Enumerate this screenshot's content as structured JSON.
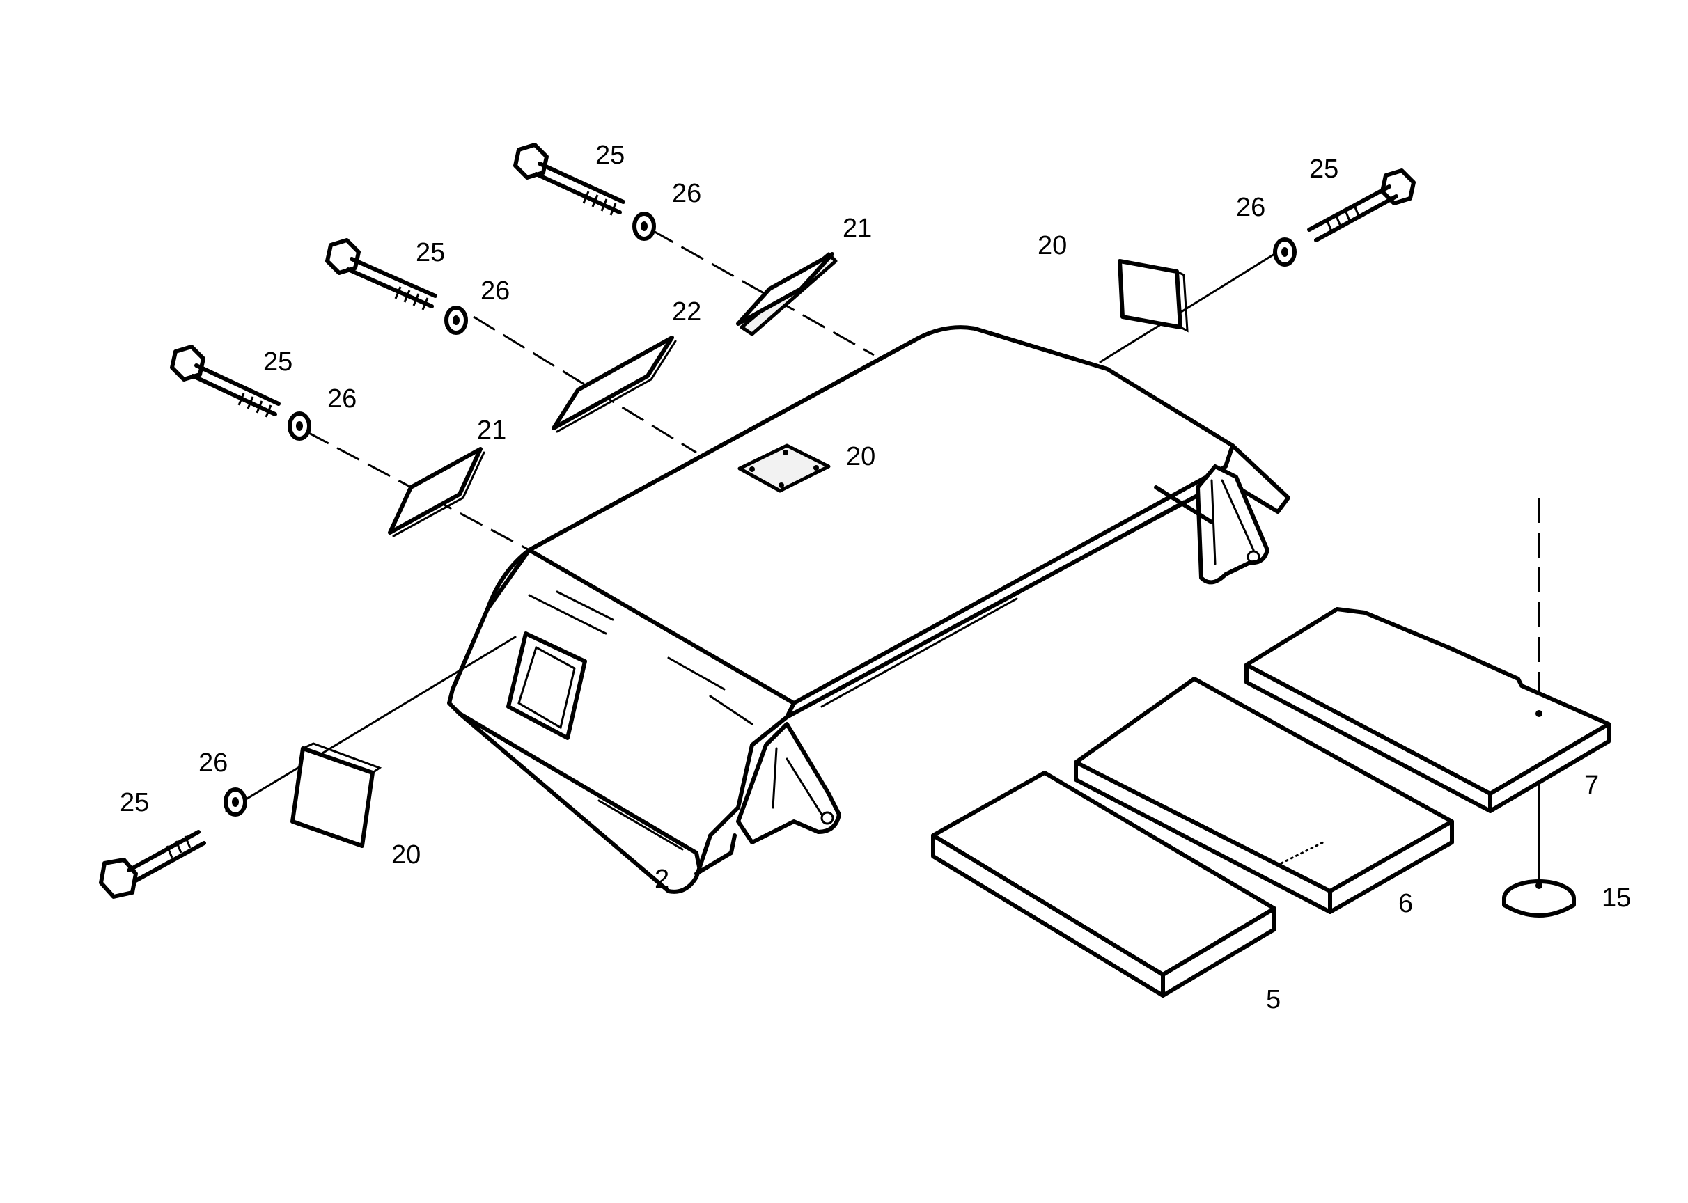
{
  "diagram": {
    "callouts": [
      {
        "id": "2",
        "text": "2"
      },
      {
        "id": "5",
        "text": "5"
      },
      {
        "id": "6",
        "text": "6"
      },
      {
        "id": "7",
        "text": "7"
      },
      {
        "id": "15",
        "text": "15"
      },
      {
        "id": "20",
        "text": "20"
      },
      {
        "id": "21",
        "text": "21"
      },
      {
        "id": "22",
        "text": "22"
      },
      {
        "id": "25",
        "text": "25"
      },
      {
        "id": "26",
        "text": "26"
      }
    ]
  }
}
